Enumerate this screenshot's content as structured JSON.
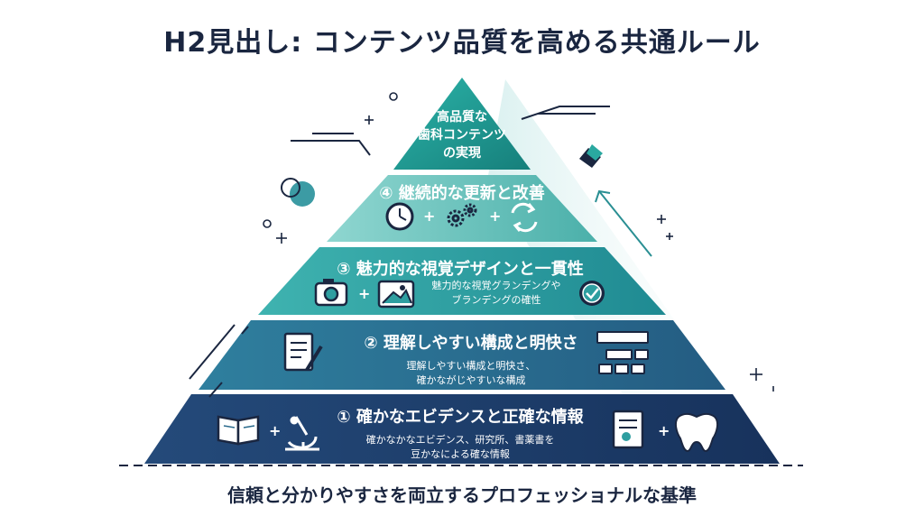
{
  "title": "H2見出し: コンテンツ品質を高める共通ルール",
  "footer": "信頼と分かりやすさを両立するプロフェッショナルな基準",
  "pyramid": {
    "apex": [
      "高品質な",
      "歯科コンテンツ",
      "の実現"
    ],
    "levels": [
      {
        "title": "④ 継続的な更新と改善",
        "subtitle": [],
        "icons": [
          "clock-icon",
          "gears-icon",
          "refresh-icon"
        ]
      },
      {
        "title": "③ 魅力的な視覚デザインと一貫性",
        "subtitle": [
          "魅力的な視覚グランデングや",
          "ブランデングの確性"
        ],
        "icons": [
          "camera-icon",
          "image-icon",
          "check-badge-icon"
        ]
      },
      {
        "title": "② 理解しやすい構成と明快さ",
        "subtitle": [
          "理解しやすい構成と明快さ、",
          "確かながじやすいな構成"
        ],
        "icons": [
          "document-pen-icon",
          "flowchart-icon"
        ]
      },
      {
        "title": "① 確かなエビデンスと正確な情報",
        "subtitle": [
          "確かなかなエビデンス、研究所、書薬書を",
          "豆かなによる確な情報"
        ],
        "icons": [
          "book-icon",
          "microscope-icon",
          "report-icon",
          "tooth-icon"
        ]
      }
    ]
  },
  "plus": "+",
  "colors": {
    "apex": "#1f9c94",
    "level4": "#5cbdb7",
    "level3": "#2e9ea0",
    "level2": "#2a6a8c",
    "level1": "#1d3c6b"
  }
}
